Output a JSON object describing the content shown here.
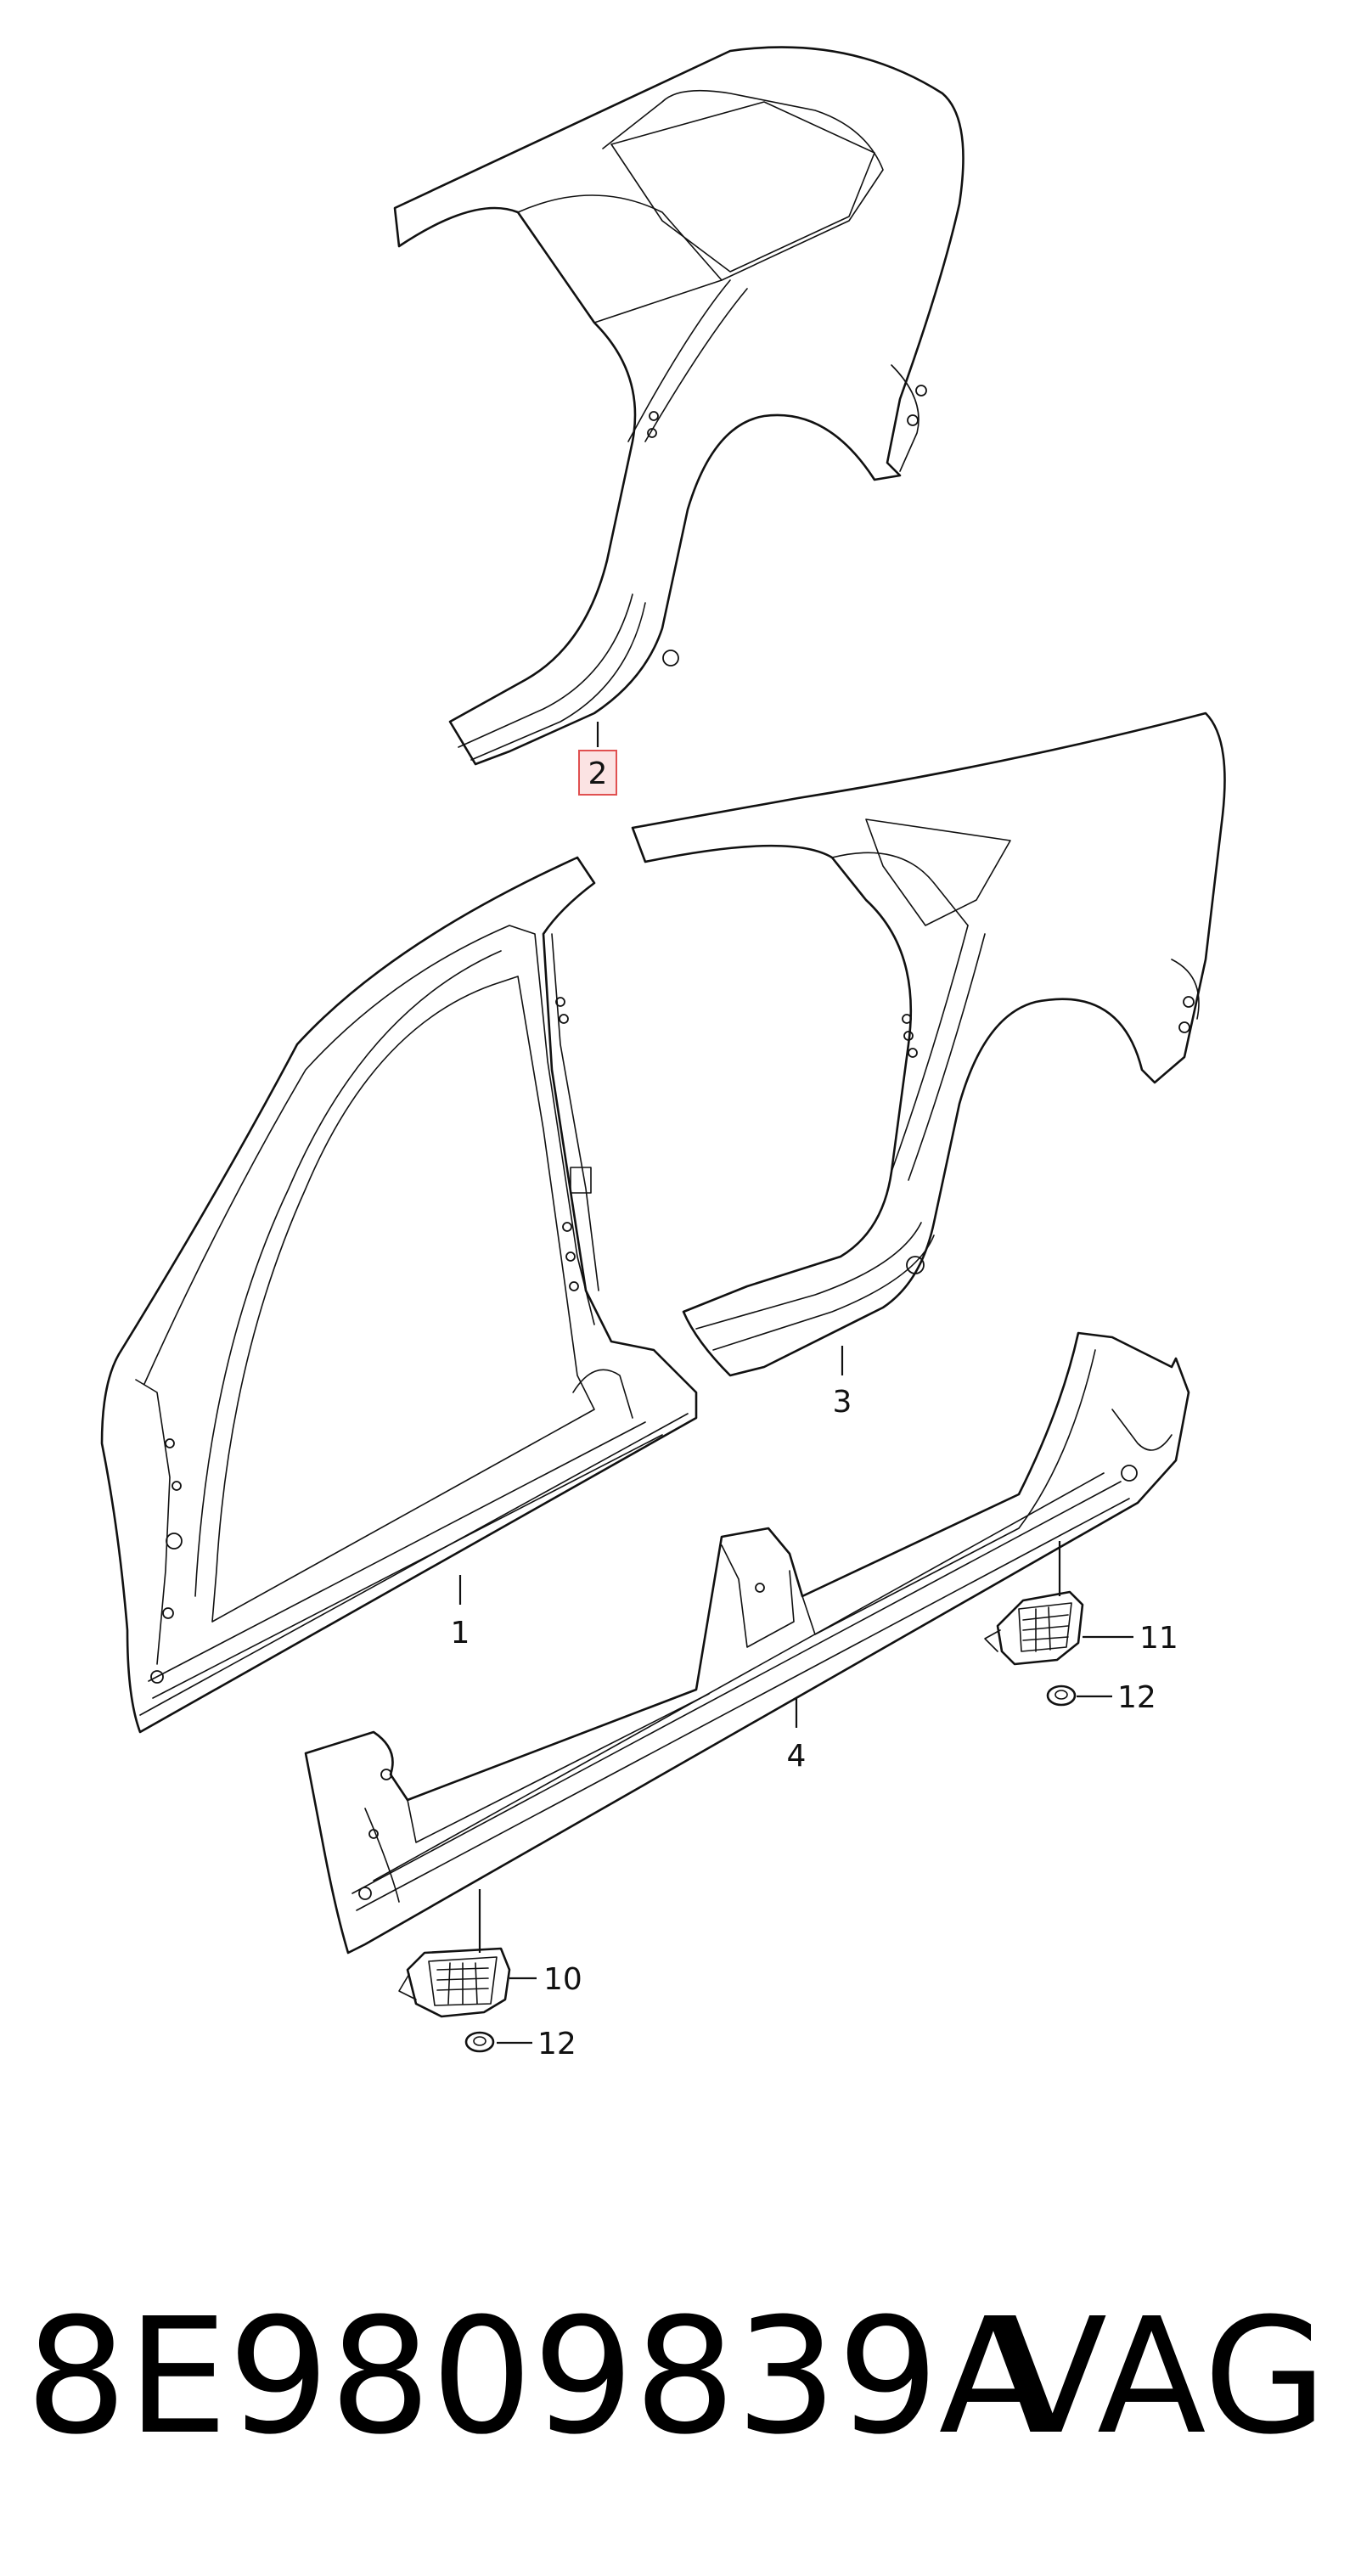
{
  "diagram": {
    "callouts": [
      {
        "id": "1",
        "label": "1"
      },
      {
        "id": "2",
        "label": "2"
      },
      {
        "id": "3",
        "label": "3"
      },
      {
        "id": "4",
        "label": "4"
      },
      {
        "id": "10",
        "label": "10"
      },
      {
        "id": "11",
        "label": "11"
      },
      {
        "id": "12a",
        "label": "12"
      },
      {
        "id": "12b",
        "label": "12"
      }
    ],
    "highlighted_callout": "2",
    "highlight_color": "#e05050"
  },
  "footer": {
    "part_number": "8E9809839A",
    "brand": "VAG"
  }
}
